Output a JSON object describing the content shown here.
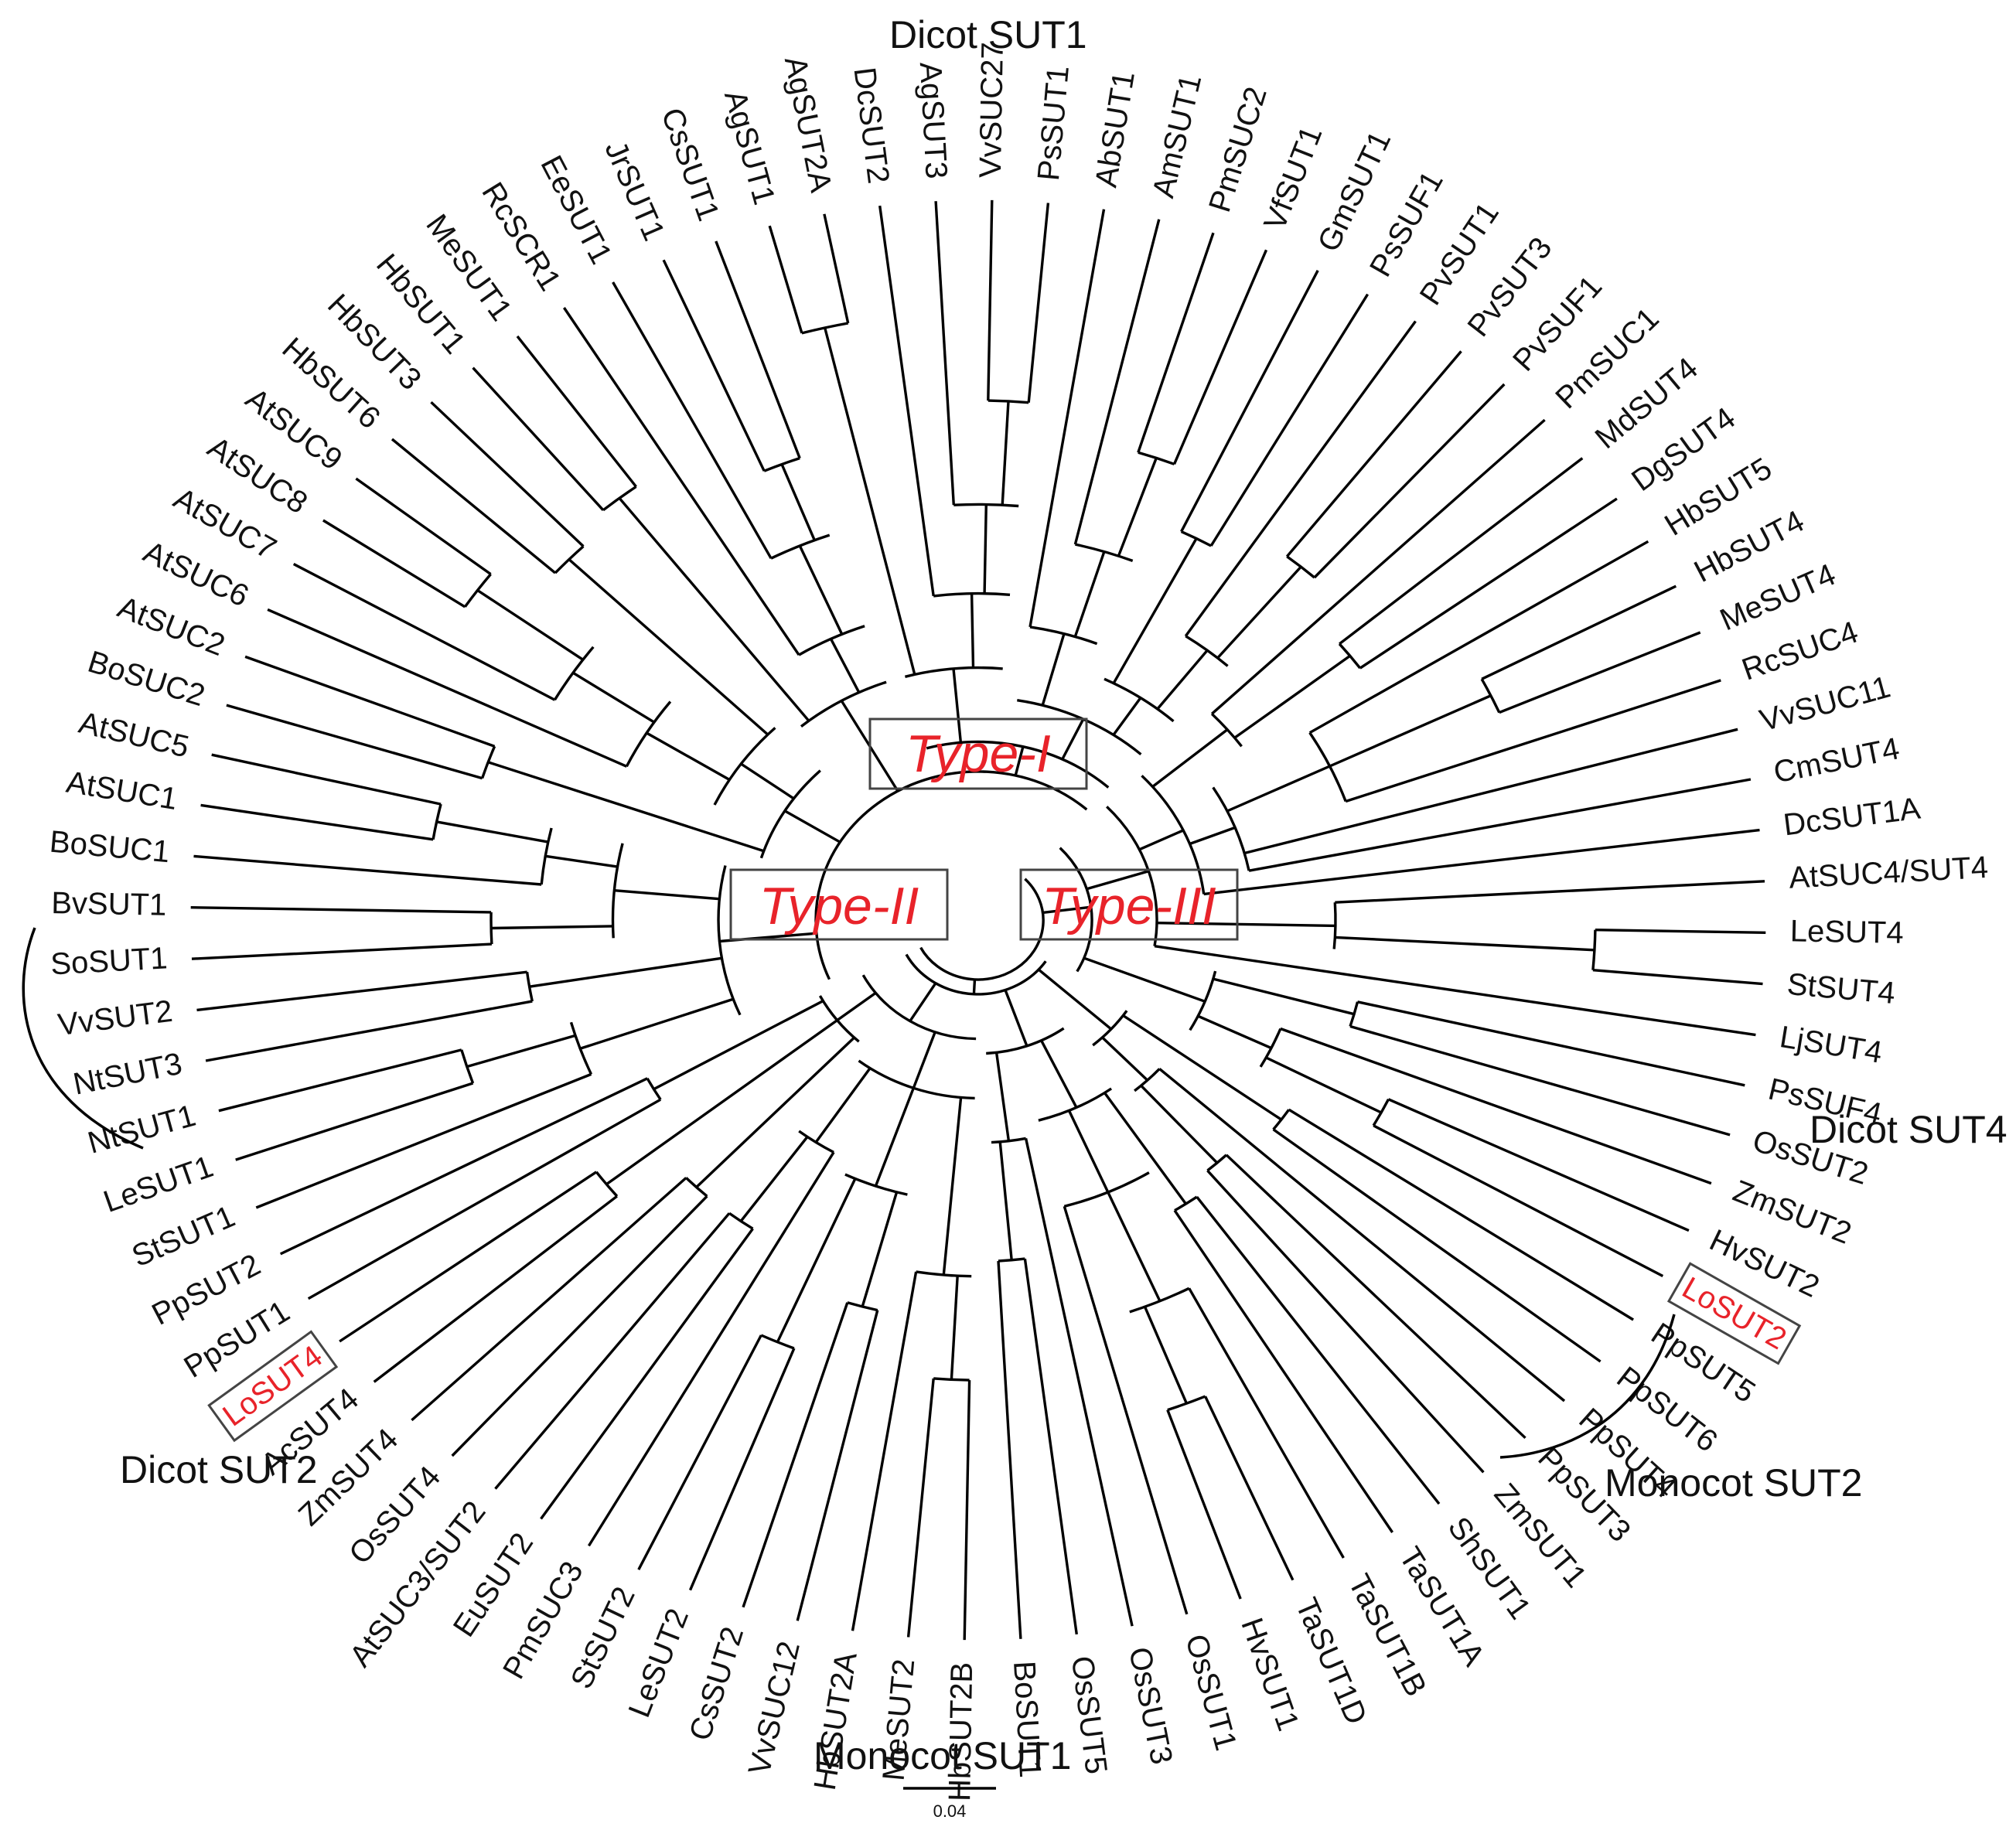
{
  "leaves": [
    "PmSUC1",
    "MdSUT4",
    "DgSUT4",
    "HbSUT5",
    "HbSUT4",
    "MeSUT4",
    "RcSUC4",
    "VvSUC11",
    "CmSUT4",
    "DcSUT1A",
    "AtSUC4/SUT4",
    "LeSUT4",
    "StSUT4",
    "LjSUT4",
    "PsSUF4",
    "OsSUT2",
    "ZmSUT2",
    "HvSUT2",
    "LoSUT2",
    "PpSUT5",
    "PpSUT6",
    "PpSUT4",
    "PpSUT3",
    "ZmSUT1",
    "ShSUT1",
    "TaSUT1A",
    "TaSUT1B",
    "TaSUT1D",
    "HvSUT1",
    "OsSUT1",
    "OsSUT3",
    "OsSUT5",
    "BoSUT1",
    "HbSUT2B",
    "MeSUT2",
    "HbSUT2A",
    "VvSUC12",
    "CsSUT2",
    "LeSUT2",
    "StSUT2",
    "PmSUC3",
    "EuSUT2",
    "AtSUC3/SUT2",
    "OsSUT4",
    "ZmSUT4",
    "AcSUT4",
    "LoSUT4",
    "PpSUT1",
    "PpSUT2",
    "StSUT1",
    "LeSUT1",
    "NtSUT1",
    "NtSUT3",
    "VvSUT2",
    "SoSUT1",
    "BvSUT1",
    "BoSUC1",
    "AtSUC1",
    "AtSUC5",
    "BoSUC2",
    "AtSUC2",
    "AtSUC6",
    "AtSUC7",
    "AtSUC8",
    "AtSUC9",
    "HbSUT6",
    "HbSUT3",
    "HbSUT1",
    "MeSUT1",
    "RcSCR1",
    "EeSUT1",
    "JrSUT1",
    "CsSUT1",
    "AgSUT1",
    "AgSUT2A",
    "DcSUT2",
    "AgSUT3",
    "VvSUC27",
    "PsSUT1",
    "AbSUT1",
    "AmSUT1",
    "PmSUC2",
    "VfSUT1",
    "GmSUT1",
    "PsSUF1",
    "PvSUT1",
    "PvSUT3",
    "PvSUF1"
  ],
  "highlighted": [
    "LoSUT2",
    "LoSUT4"
  ],
  "groups": {
    "dicot_sut1": "Dicot SUT1",
    "dicot_sut4": "Dicot SUT4",
    "monocot_sut2": "Monocot SUT2",
    "monocot_sut1": "Monocot SUT1",
    "dicot_sut2": "Dicot SUT2"
  },
  "types": {
    "type1": "Type-I",
    "type2": "Type-II",
    "type3": "Type-III"
  },
  "scale_bar": {
    "label": "0.04"
  },
  "colors": {
    "highlight": "#e8232a",
    "branch": "#000000"
  }
}
